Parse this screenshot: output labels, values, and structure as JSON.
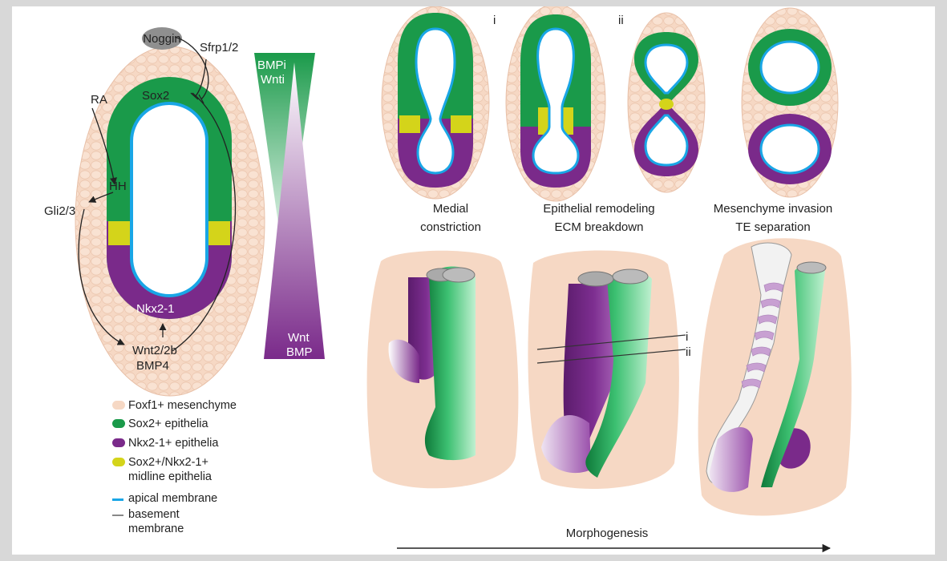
{
  "left_panel": {
    "labels": {
      "noggin": "Noggin",
      "sfrp": "Sfrp1/2",
      "sox2": "Sox2",
      "ra": "RA",
      "hh": "HH",
      "gli": "Gli2/3",
      "nkx": "Nkx2-1",
      "wnt2": "Wnt2/2b",
      "bmp4": "BMP4"
    },
    "gradient": {
      "top_line1": "BMPi",
      "top_line2": "Wnti",
      "bottom_line1": "Wnt",
      "bottom_line2": "BMP"
    }
  },
  "legend": [
    {
      "label": "Foxf1+ mesenchyme",
      "color": "#f6d8c4"
    },
    {
      "label": "Sox2+ epithelia",
      "color": "#1a9a4a"
    },
    {
      "label": "Nkx2-1+ epithelia",
      "color": "#7a2a8a"
    },
    {
      "label": "Sox2+/Nkx2-1+",
      "label2": "midline epithelia",
      "color": "#d4d41a"
    },
    {
      "label": "apical membrane",
      "color": "#19a6e6"
    },
    {
      "label": "basement",
      "label2": "membrane",
      "color": "#888888"
    }
  ],
  "sections": {
    "roman_i": "i",
    "roman_ii": "ii",
    "stage1": [
      "Medial",
      "constriction"
    ],
    "stage2": [
      "Epithelial remodeling",
      "ECM breakdown"
    ],
    "stage3": [
      "Mesenchyme invasion",
      "TE separation"
    ]
  },
  "plane_labels": {
    "i": "i",
    "ii": "ii"
  },
  "axis": {
    "label": "Morphogenesis"
  }
}
